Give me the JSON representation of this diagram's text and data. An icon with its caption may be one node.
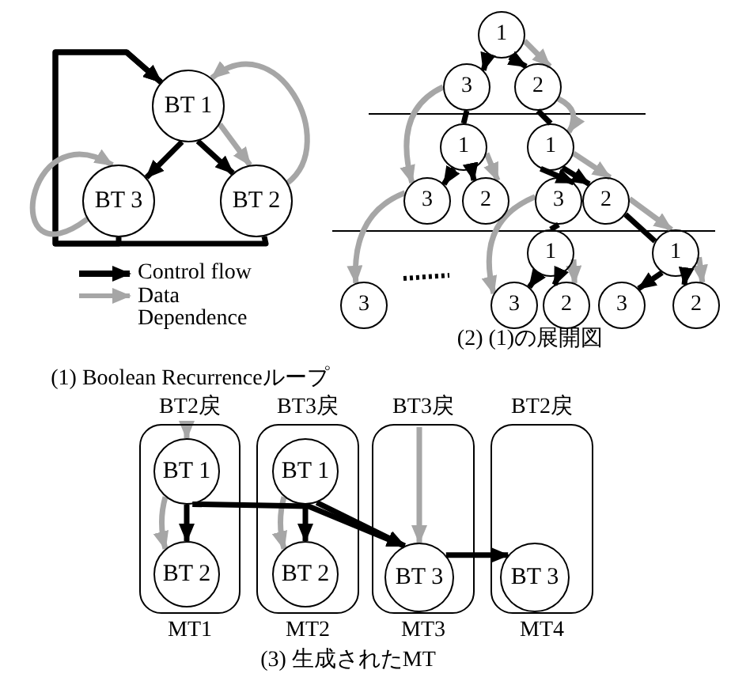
{
  "diagram": {
    "nodes": [
      {
        "text": [
          "BT 1"
        ]
      },
      {
        "text": [
          "BT 3"
        ]
      },
      {
        "text": [
          "BT 2"
        ]
      },
      {
        "text": [
          "1"
        ]
      },
      {
        "text": [
          "3"
        ]
      },
      {
        "text": [
          "2"
        ]
      },
      {
        "text": [
          "1"
        ]
      },
      {
        "text": [
          "1"
        ]
      },
      {
        "text": [
          "3"
        ]
      },
      {
        "text": [
          "2"
        ]
      },
      {
        "text": [
          "3"
        ]
      },
      {
        "text": [
          "2"
        ]
      },
      {
        "text": [
          "1"
        ]
      },
      {
        "text": [
          "1"
        ]
      },
      {
        "text": [
          "3"
        ]
      },
      {
        "text": [
          "3"
        ]
      },
      {
        "text": [
          "2"
        ]
      },
      {
        "text": [
          "3"
        ]
      },
      {
        "text": [
          "2"
        ]
      },
      {
        "text": [
          "BT2戻",
          "MT1"
        ]
      },
      {
        "text": [
          "BT 1"
        ],
        "in": 19
      },
      {
        "text": [
          "BT 2"
        ],
        "in": 19
      },
      {
        "text": [
          "BT3戻",
          "MT2"
        ]
      },
      {
        "text": [
          "BT 1"
        ],
        "in": 22
      },
      {
        "text": [
          "BT 2"
        ],
        "in": 22
      },
      {
        "text": [
          "BT3戻",
          "MT3"
        ]
      },
      {
        "text": [
          "BT 3"
        ],
        "in": 25
      },
      {
        "text": [
          "BT2戻",
          "MT4"
        ]
      },
      {
        "text": [
          "BT 3"
        ],
        "in": 27
      }
    ],
    "edges": [
      {
        "from": 0,
        "to": 1,
        "arrow": "to"
      },
      {
        "from": 0,
        "to": 2,
        "arrow": "to"
      },
      {
        "from": 2,
        "to": 0,
        "arrow": "to"
      },
      {
        "from": 1,
        "to": 0,
        "arrow": "to"
      },
      {
        "from": 0,
        "to": 2,
        "arrow": "to",
        "color": "#a6a6a6"
      },
      {
        "from": 2,
        "to": 0,
        "arrow": "to",
        "color": "#a6a6a6"
      },
      {
        "from": 1,
        "to": 1,
        "arrow": "to",
        "color": "#a6a6a6"
      },
      {
        "from": 3,
        "to": 4,
        "arrow": "to"
      },
      {
        "from": 3,
        "to": 5,
        "arrow": "to"
      },
      {
        "from": 3,
        "to": 5,
        "arrow": "to",
        "color": "#a6a6a6"
      },
      {
        "from": 4,
        "to": 6,
        "arrow": "none"
      },
      {
        "from": 5,
        "to": 7,
        "arrow": "none"
      },
      {
        "from": 5,
        "to": 7,
        "arrow": "to",
        "color": "#a6a6a6"
      },
      {
        "from": 4,
        "to": 8,
        "arrow": "to",
        "color": "#a6a6a6"
      },
      {
        "from": 6,
        "to": 8,
        "arrow": "to"
      },
      {
        "from": 6,
        "to": 9,
        "arrow": "to"
      },
      {
        "from": 6,
        "to": 9,
        "arrow": "to",
        "color": "#a6a6a6"
      },
      {
        "from": 7,
        "to": 10,
        "arrow": "to"
      },
      {
        "from": 7,
        "to": 11,
        "arrow": "to"
      },
      {
        "from": 7,
        "to": 11,
        "arrow": "to",
        "color": "#a6a6a6"
      },
      {
        "from": 8,
        "to": 14,
        "arrow": "to",
        "color": "#a6a6a6"
      },
      {
        "from": 10,
        "to": 12,
        "arrow": "none"
      },
      {
        "from": 10,
        "to": 15,
        "arrow": "to",
        "color": "#a6a6a6"
      },
      {
        "from": 11,
        "to": 13,
        "arrow": "none"
      },
      {
        "from": 11,
        "to": 13,
        "arrow": "to",
        "color": "#a6a6a6"
      },
      {
        "from": 12,
        "to": 15,
        "arrow": "to"
      },
      {
        "from": 12,
        "to": 16,
        "arrow": "to"
      },
      {
        "from": 12,
        "to": 16,
        "arrow": "to",
        "color": "#a6a6a6"
      },
      {
        "from": 13,
        "to": 17,
        "arrow": "to"
      },
      {
        "from": 13,
        "to": 18,
        "arrow": "to"
      },
      {
        "from": 13,
        "to": 18,
        "arrow": "to",
        "color": "#a6a6a6"
      },
      {
        "from": 20,
        "to": 21,
        "arrow": "to"
      },
      {
        "from": 20,
        "to": 21,
        "arrow": "to",
        "color": "#a6a6a6"
      },
      {
        "from": 23,
        "to": 24,
        "arrow": "to"
      },
      {
        "from": 23,
        "to": 24,
        "arrow": "to",
        "color": "#a6a6a6"
      },
      {
        "from": 20,
        "to": 26,
        "arrow": "to"
      },
      {
        "from": 23,
        "to": 26,
        "arrow": "to"
      },
      {
        "from": 26,
        "to": 28,
        "arrow": "to"
      },
      {
        "from": null,
        "to": 26,
        "arrow": "to",
        "color": "#a6a6a6"
      },
      {
        "from": null,
        "to": 20,
        "arrow": "to",
        "color": "#a6a6a6"
      }
    ],
    "labels": [
      "(1) Boolean Recurrenceループ",
      "(2) (1)の展開図",
      "(3) 生成されたMT"
    ],
    "legend": [
      {
        "text": "Control flow"
      },
      {
        "text": "Data Dependence"
      }
    ]
  }
}
